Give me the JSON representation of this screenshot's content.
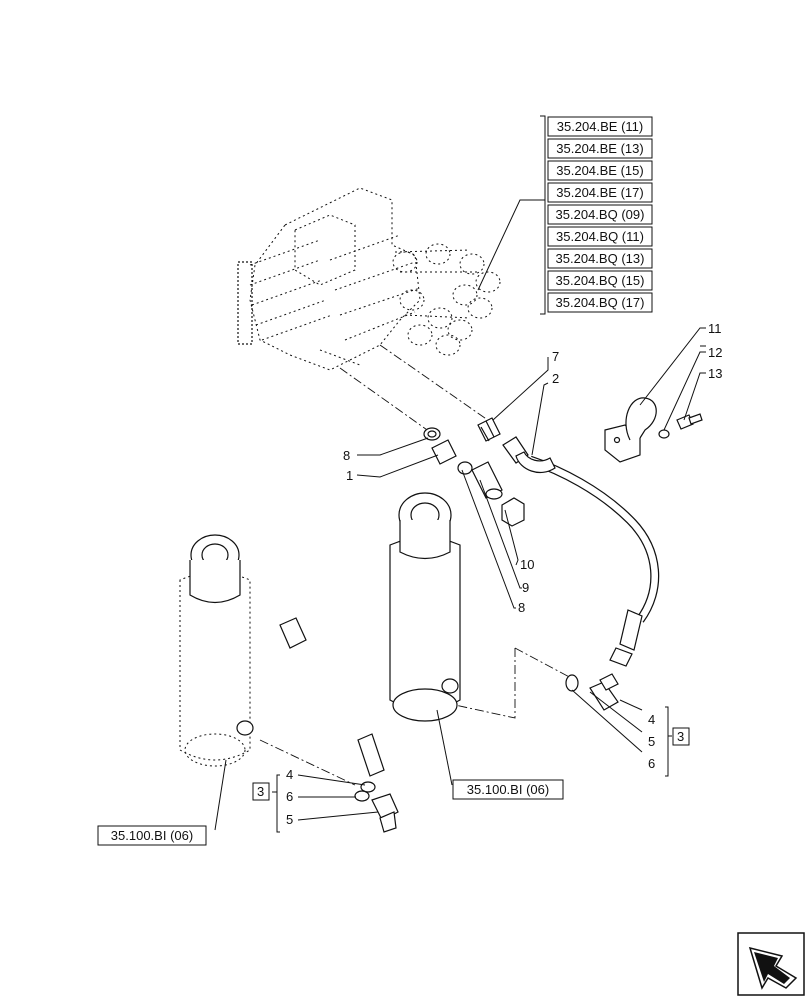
{
  "reference_table": [
    "35.204.BE (11)",
    "35.204.BE (13)",
    "35.204.BE (15)",
    "35.204.BE (17)",
    "35.204.BQ (09)",
    "35.204.BQ (11)",
    "35.204.BQ (13)",
    "35.204.BQ (15)",
    "35.204.BQ (17)"
  ],
  "callouts": {
    "c1": "1",
    "c2": "2",
    "c7": "7",
    "c8a": "8",
    "c8b": "8",
    "c9": "9",
    "c10": "10",
    "c11": "11",
    "c12": "12",
    "c13": "13",
    "left_group": {
      "box": "3",
      "n4": "4",
      "n6": "6",
      "n5": "5"
    },
    "right_group": {
      "box": "3",
      "n4": "4",
      "n5": "5",
      "n6": "6"
    }
  },
  "cylinder_refs": {
    "left": "35.100.BI (06)",
    "right": "35.100.BI (06)"
  },
  "icons": {
    "nav": "next-page-arrow-icon"
  }
}
